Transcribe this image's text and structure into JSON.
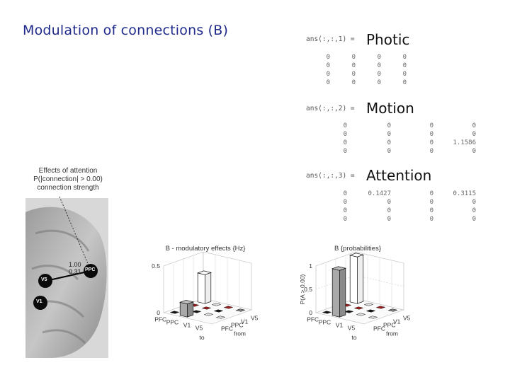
{
  "title": "Modulation of connections (B)",
  "matrices": [
    {
      "label": "ans(:,:,1) =",
      "name": "Photic",
      "rows": [
        [
          "0",
          "0",
          "0",
          "0"
        ],
        [
          "0",
          "0",
          "0",
          "0"
        ],
        [
          "0",
          "0",
          "0",
          "0"
        ],
        [
          "0",
          "0",
          "0",
          "0"
        ]
      ]
    },
    {
      "label": "ans(:,:,2) =",
      "name": "Motion",
      "rows": [
        [
          "0",
          "0",
          "0",
          "0"
        ],
        [
          "0",
          "0",
          "0",
          "0"
        ],
        [
          "0",
          "0",
          "0",
          "1.1586"
        ],
        [
          "0",
          "0",
          "0",
          "0"
        ]
      ]
    },
    {
      "label": "ans(:,:,3) =",
      "name": "Attention",
      "rows": [
        [
          "0",
          "0.1427",
          "0",
          "0.3115"
        ],
        [
          "0",
          "0",
          "0",
          "0"
        ],
        [
          "0",
          "0",
          "0",
          "0"
        ],
        [
          "0",
          "0",
          "0",
          "0"
        ]
      ]
    }
  ],
  "brain": {
    "caption": [
      "Effects of attention",
      "P(|connection| > 0.00)",
      "connection strength"
    ],
    "node_ppc": "PPC",
    "node_v5": "V5",
    "node_v1": "V1",
    "edge_label_1": "1.00",
    "edge_label_2": "0.31"
  },
  "charts": [
    {
      "title": "B - modulatory effects {Hz}",
      "ylabel": "",
      "y_ticks": [
        "0",
        "0.5"
      ],
      "row_labels": [
        "PFC",
        "PPC",
        "V1",
        "V5"
      ],
      "row_axis": "to",
      "col_labels": [
        "PFC",
        "PPC",
        "V1",
        "V5"
      ],
      "col_axis": "from"
    },
    {
      "title": "B {probabilities}",
      "ylabel": "P(A > 0.00)",
      "y_ticks": [
        "0",
        "0.5",
        "1"
      ],
      "row_labels": [
        "PFC",
        "PPC",
        "V1",
        "V5"
      ],
      "row_axis": "to",
      "col_labels": [
        "PFC",
        "PPC",
        "V1",
        "V5"
      ],
      "col_axis": "from"
    }
  ],
  "chart_data": [
    {
      "type": "bar",
      "title": "B - modulatory effects {Hz}",
      "categories": [
        "gray bar",
        "white bar"
      ],
      "values": [
        0.14,
        0.31
      ],
      "ylim": [
        0,
        0.5
      ]
    },
    {
      "type": "bar",
      "title": "B {probabilities}",
      "ylabel": "P(A > 0.00)",
      "categories": [
        "gray bar",
        "white bar"
      ],
      "values": [
        1.0,
        1.0
      ],
      "ylim": [
        0,
        1
      ]
    }
  ],
  "colors": {
    "title": "#1f2a8a",
    "bar_gray": "#a9a9a9",
    "bar_white": "#ffffff",
    "red_cell": "#a01818"
  }
}
